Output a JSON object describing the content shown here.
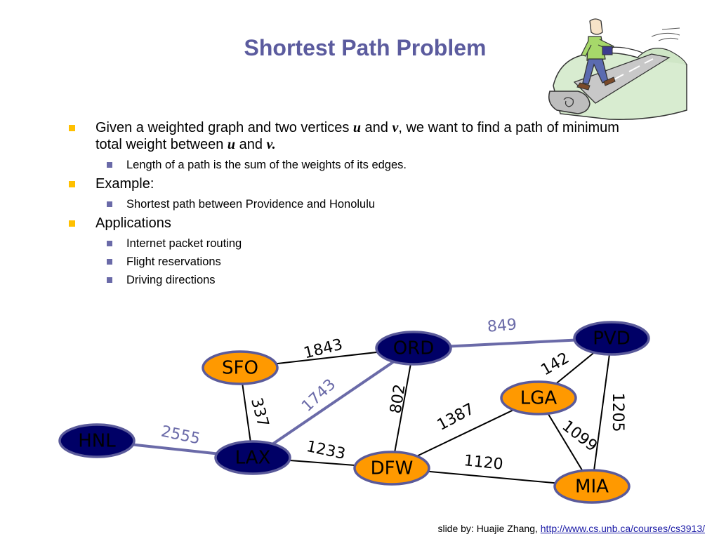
{
  "slide": {
    "title": "Shortest Path Problem",
    "bullets": [
      {
        "parts": [
          {
            "text": "Given a weighted graph and two vertices "
          },
          {
            "text": "u",
            "style": "italic"
          },
          {
            "text": " and "
          },
          {
            "text": "v",
            "style": "italic"
          },
          {
            "text": ", we want to find a path of minimum total weight between "
          },
          {
            "text": "u",
            "style": "italic"
          },
          {
            "text": " and "
          },
          {
            "text": "v.",
            "style": "italic"
          }
        ],
        "sub": [
          "Length of a path is the sum of the weights of its edges."
        ]
      },
      {
        "parts": [
          {
            "text": "Example:"
          }
        ],
        "sub": [
          "Shortest path between Providence and Honolulu"
        ]
      },
      {
        "parts": [
          {
            "text": "Applications"
          }
        ],
        "sub": [
          "Internet packet routing",
          "Flight reservations",
          "Driving directions"
        ]
      }
    ],
    "footer": {
      "prefix": "slide by: Huajie Zhang, ",
      "link": "http://www.cs.unb.ca/courses/cs3913/"
    }
  },
  "graph": {
    "colors": {
      "path_node": "#000066",
      "path_node_text": "#000000",
      "other_node": "#ff9900",
      "node_stroke": "#5a5a9a",
      "path_edge": "#6a6aa8",
      "other_edge": "#000000",
      "path_weight": "#6a6aa8",
      "other_weight": "#000000"
    },
    "nodes": [
      {
        "id": "HNL",
        "label": "HNL",
        "on_path": true
      },
      {
        "id": "LAX",
        "label": "LAX",
        "on_path": true
      },
      {
        "id": "SFO",
        "label": "SFO",
        "on_path": false
      },
      {
        "id": "ORD",
        "label": "ORD",
        "on_path": true
      },
      {
        "id": "PVD",
        "label": "PVD",
        "on_path": true
      },
      {
        "id": "LGA",
        "label": "LGA",
        "on_path": false
      },
      {
        "id": "DFW",
        "label": "DFW",
        "on_path": false
      },
      {
        "id": "MIA",
        "label": "MIA",
        "on_path": false
      }
    ],
    "edges": [
      {
        "from": "SFO",
        "to": "ORD",
        "weight": "1843",
        "on_path": false
      },
      {
        "from": "ORD",
        "to": "PVD",
        "weight": "849",
        "on_path": true
      },
      {
        "from": "PVD",
        "to": "LGA",
        "weight": "142",
        "on_path": false
      },
      {
        "from": "PVD",
        "to": "MIA",
        "weight": "1205",
        "on_path": false
      },
      {
        "from": "SFO",
        "to": "LAX",
        "weight": "337",
        "on_path": false
      },
      {
        "from": "LAX",
        "to": "ORD",
        "weight": "1743",
        "on_path": true
      },
      {
        "from": "ORD",
        "to": "DFW",
        "weight": "802",
        "on_path": false
      },
      {
        "from": "LGA",
        "to": "DFW",
        "weight": "1387",
        "on_path": false
      },
      {
        "from": "LGA",
        "to": "MIA",
        "weight": "1099",
        "on_path": false
      },
      {
        "from": "HNL",
        "to": "LAX",
        "weight": "2555",
        "on_path": true
      },
      {
        "from": "LAX",
        "to": "DFW",
        "weight": "1233",
        "on_path": false
      },
      {
        "from": "DFW",
        "to": "MIA",
        "weight": "1120",
        "on_path": false
      }
    ]
  }
}
